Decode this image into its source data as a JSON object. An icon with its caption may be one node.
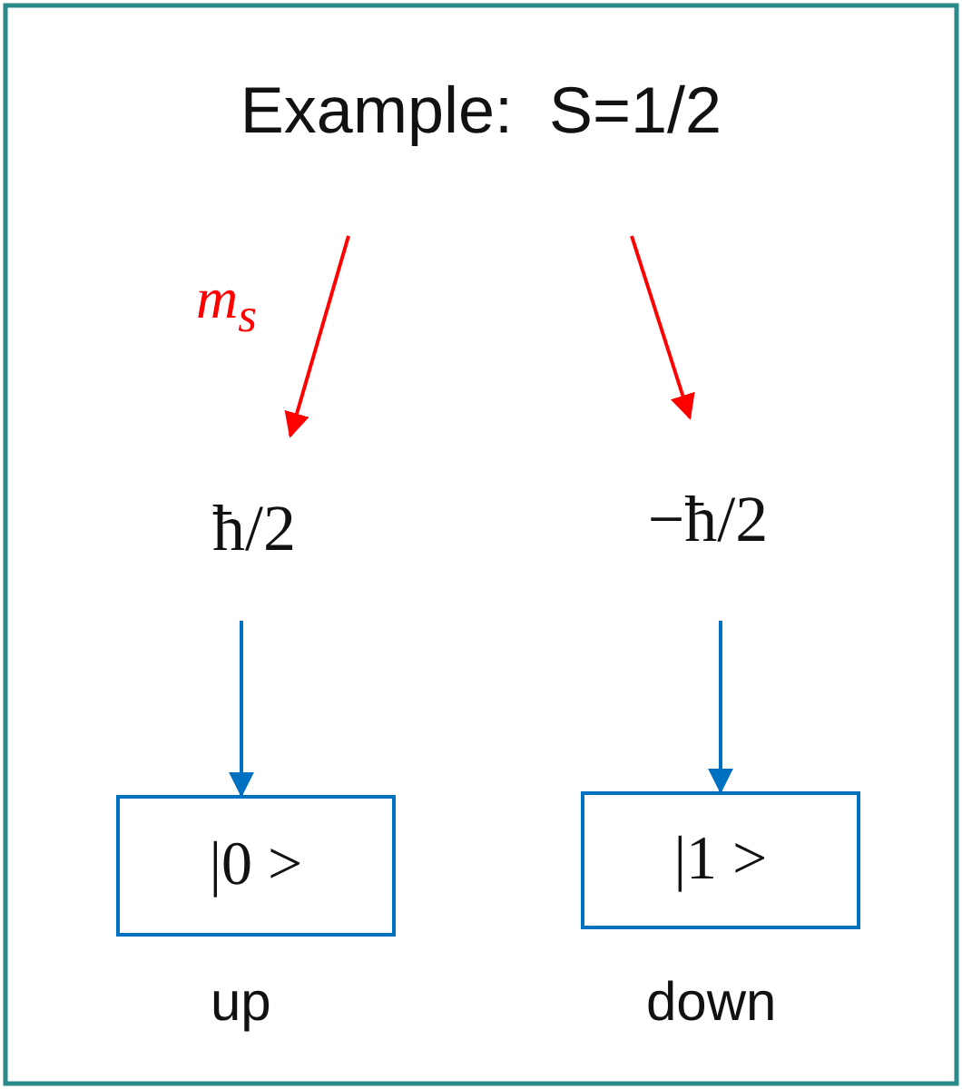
{
  "diagram": {
    "nodes": [
      {
        "text": [
          "Example:  S=1/2"
        ]
      },
      {
        "text": [
          "ħ/2"
        ]
      },
      {
        "text": [
          "−ħ/2"
        ]
      },
      {
        "text": [
          "|0 >"
        ],
        "beside": [
          "up"
        ]
      },
      {
        "text": [
          "|1 >"
        ],
        "beside": [
          "down"
        ]
      }
    ],
    "edges": [
      {
        "from": 0,
        "to": 1,
        "arrow": "to",
        "label": "m$_{s}$",
        "color": "#ff0000"
      },
      {
        "from": 0,
        "to": 2,
        "arrow": "to",
        "color": "#ff0000"
      },
      {
        "from": 1,
        "to": 3,
        "arrow": "to",
        "color": "#0070c0"
      },
      {
        "from": 2,
        "to": 4,
        "arrow": "to",
        "color": "#0070c0"
      }
    ]
  }
}
